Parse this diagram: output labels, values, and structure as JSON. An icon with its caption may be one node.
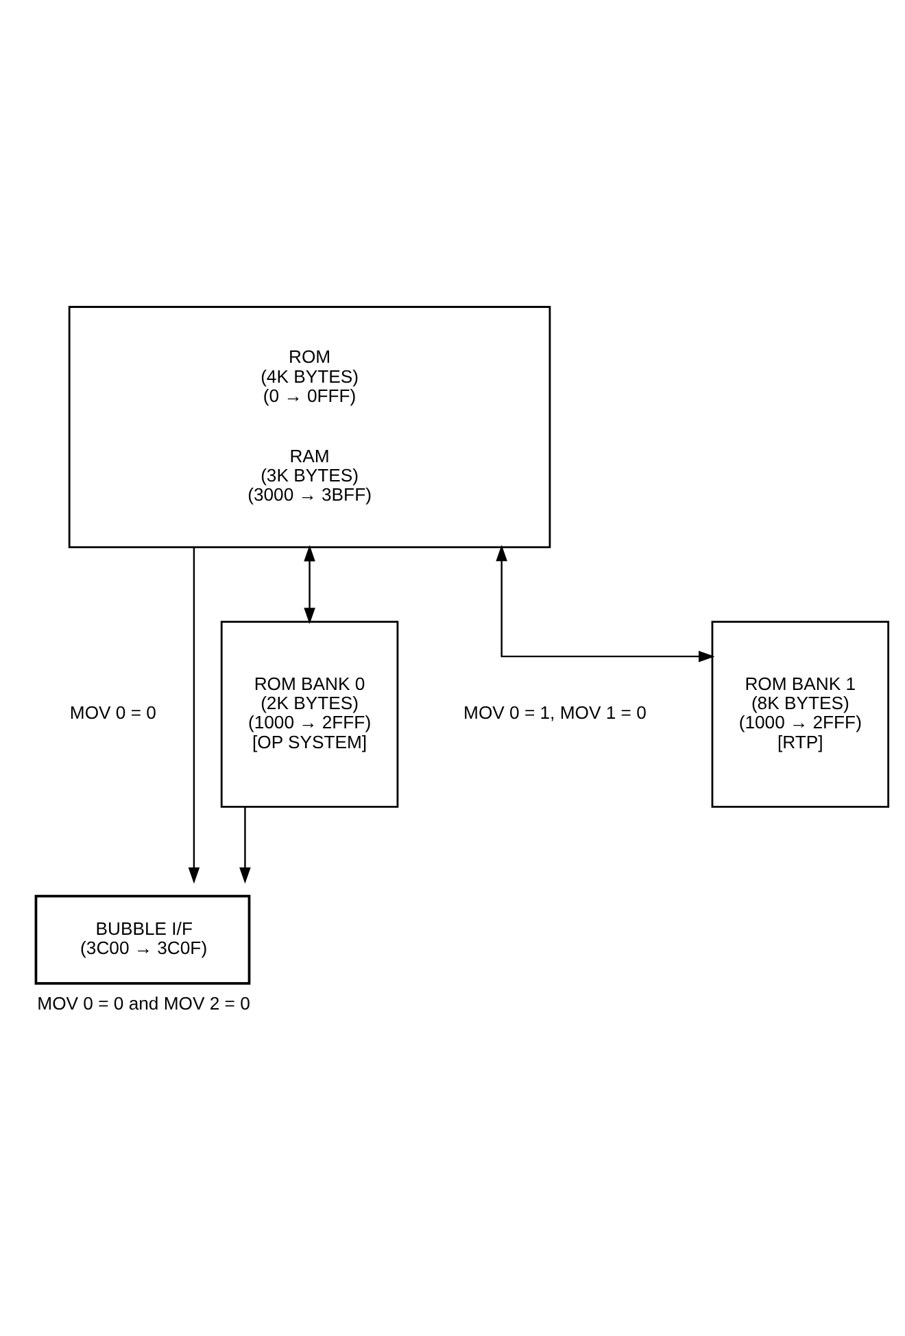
{
  "diagram": {
    "nodes": [
      {
        "text": [
          "ROM (4K BYTES) (0 → 0FFF)",
          "RAM (3K BYTES) (3000 → 3BFF)"
        ]
      },
      {
        "text": [
          "ROM BANK 0 (2K BYTES) (1000 → 2FFF) [OP SYSTEM]"
        ],
        "beside": [
          "MOV 0 = 0"
        ]
      },
      {
        "text": [
          "ROM BANK 1 (8K BYTES) (1000 → 2FFF) [RTP]"
        ],
        "beside": [
          "MOV 0 = 1, MOV 1 = 0"
        ]
      },
      {
        "text": [
          "BUBBLE I/F (3C00 → 3C0F)"
        ],
        "beside": [
          "MOV 0 = 0 and MOV 2 = 0"
        ]
      }
    ],
    "edges": [
      {
        "from": 0,
        "to": 1,
        "arrow": "both"
      },
      {
        "from": 0,
        "to": 2,
        "arrow": "both"
      },
      {
        "from": 1,
        "to": 3,
        "arrow": "to"
      },
      {
        "from": 0,
        "to": 3,
        "arrow": "to"
      }
    ]
  }
}
